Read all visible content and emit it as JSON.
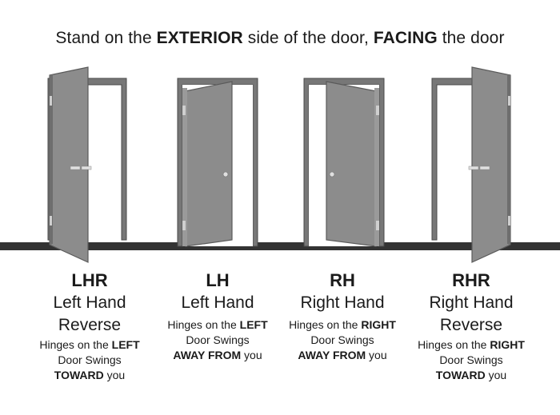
{
  "header": {
    "part1": "Stand on the ",
    "bold1": "EXTERIOR",
    "part2": " side of the door, ",
    "bold2": "FACING",
    "part3": " the door"
  },
  "doors": [
    {
      "code": "LHR",
      "title_line1": "Left Hand",
      "title_line2": "Reverse",
      "hinge_prefix": "Hinges on the ",
      "hinge_side": "LEFT",
      "swing_line": "Door Swings",
      "swing_dir": "TOWARD",
      "swing_suffix": " you"
    },
    {
      "code": "LH",
      "title_line1": "Left Hand",
      "title_line2": "",
      "hinge_prefix": "Hinges on the ",
      "hinge_side": "LEFT",
      "swing_line": "Door Swings",
      "swing_dir": "AWAY FROM",
      "swing_suffix": " you"
    },
    {
      "code": "RH",
      "title_line1": "Right Hand",
      "title_line2": "",
      "hinge_prefix": "Hinges on the ",
      "hinge_side": "RIGHT",
      "swing_line": "Door Swings",
      "swing_dir": "AWAY FROM",
      "swing_suffix": " you"
    },
    {
      "code": "RHR",
      "title_line1": "Right Hand",
      "title_line2": "Reverse",
      "hinge_prefix": "Hinges on the ",
      "hinge_side": "RIGHT",
      "swing_line": "Door Swings",
      "swing_dir": "TOWARD",
      "swing_suffix": " you"
    }
  ]
}
